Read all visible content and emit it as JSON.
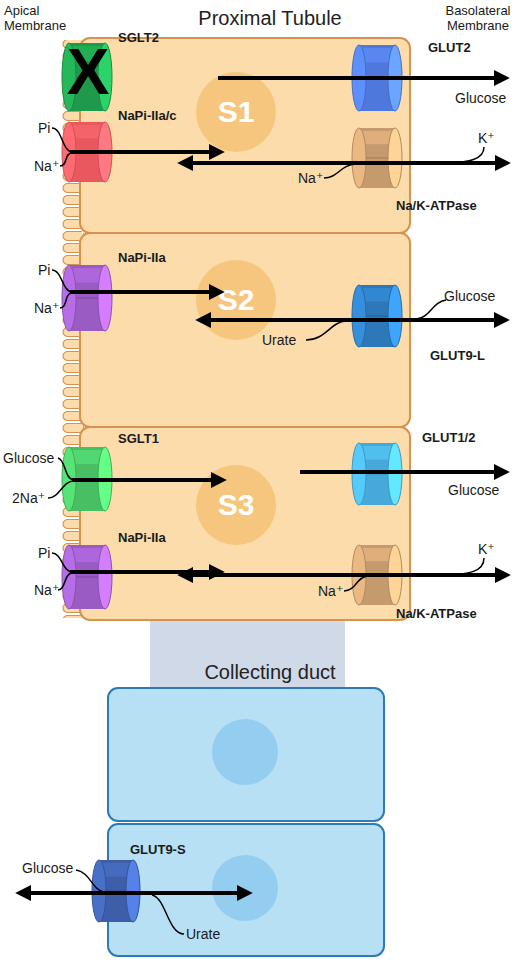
{
  "diagram": {
    "nodes": [
      {
        "text": [
          "Proximal Tubule"
        ]
      },
      {
        "text": [
          "S1"
        ],
        "in": 0
      },
      {
        "text": [
          "SGLT2"
        ],
        "in": 1
      },
      {
        "text": [
          "GLUT2"
        ],
        "in": 1
      },
      {
        "text": [
          "NaPi-IIa/c"
        ],
        "in": 1
      },
      {
        "text": [
          "Na/K-ATPase"
        ],
        "in": 1
      },
      {
        "text": [
          "S2"
        ],
        "in": 0
      },
      {
        "text": [
          "NaPi-IIa"
        ],
        "in": 6
      },
      {
        "text": [
          "GLUT9-L"
        ],
        "in": 6
      },
      {
        "text": [
          "S3"
        ],
        "in": 0
      },
      {
        "text": [
          "SGLT1"
        ],
        "in": 9
      },
      {
        "text": [
          "GLUT1/2"
        ],
        "in": 9
      },
      {
        "text": [
          "NaPi-IIa"
        ],
        "in": 9
      },
      {
        "text": [
          "Na/K-ATPase"
        ],
        "in": 9
      },
      {
        "text": [
          "Collecting duct"
        ]
      },
      {
        "text": [
          "GLUT9-S"
        ],
        "in": 14
      }
    ],
    "labels": [
      "Apical Membrane",
      "Basolateral Membrane",
      "X",
      "Glucose",
      "Pi",
      "Na⁺",
      "K⁺",
      "Na⁺",
      "Pi",
      "Na⁺",
      "Glucose",
      "Urate",
      "Glucose",
      "2Na⁺",
      "Glucose",
      "Pi",
      "Na⁺",
      "K⁺",
      "Na⁺",
      "Glucose",
      "Urate"
    ]
  }
}
